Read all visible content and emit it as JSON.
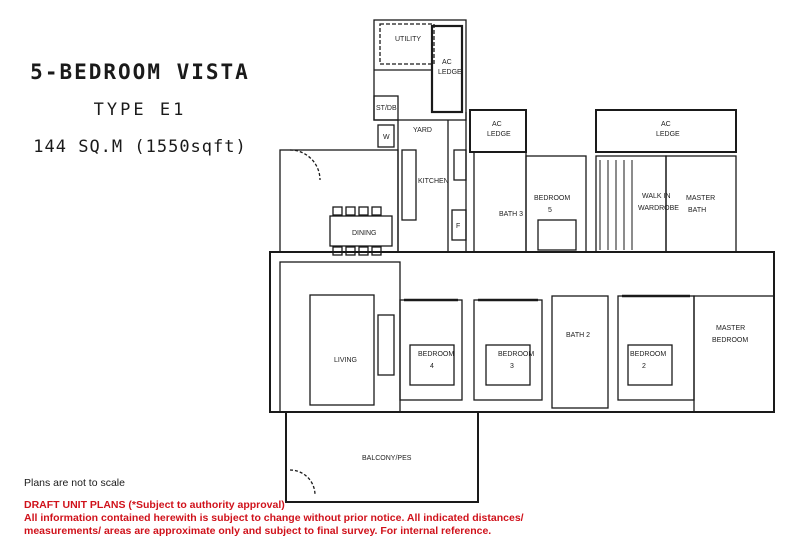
{
  "header": {
    "title": "5-BEDROOM VISTA",
    "type": "TYPE E1",
    "area": "144 SQ.M (1550sqft)"
  },
  "rooms": {
    "utility": "UTILITY",
    "ac_ledge_top": "AC",
    "ac_ledge_top2": "LEDGE",
    "st_db": "ST/DB",
    "w": "W",
    "yard": "YARD",
    "kitchen": "KITCHEN",
    "f": "F",
    "dining": "DINING",
    "ac_ledge_mid": "AC",
    "ac_ledge_mid2": "LEDGE",
    "ac_ledge_right": "AC",
    "ac_ledge_right2": "LEDGE",
    "bath3": "BATH 3",
    "bedroom5": "BEDROOM",
    "bedroom5_num": "5",
    "walk_in": "WALK IN",
    "wardrobe": "WARDROBE",
    "master_bath": "MASTER",
    "master_bath2": "BATH",
    "living": "LIVING",
    "bedroom4": "BEDROOM",
    "bedroom4_num": "4",
    "bedroom3": "BEDROOM",
    "bedroom3_num": "3",
    "bath2": "BATH 2",
    "bedroom2": "BEDROOM",
    "bedroom2_num": "2",
    "master_bedroom": "MASTER",
    "master_bedroom2": "BEDROOM",
    "balcony": "BALCONY/PES"
  },
  "notes": {
    "scale": "Plans are not to scale",
    "draft": "DRAFT UNIT PLANS (*Subject to authority approval)",
    "disclaimer": "All information contained herewith is subject to change without prior notice. All indicated distances/ measurements/ areas are approximate only and subject to final survey. For internal reference."
  }
}
